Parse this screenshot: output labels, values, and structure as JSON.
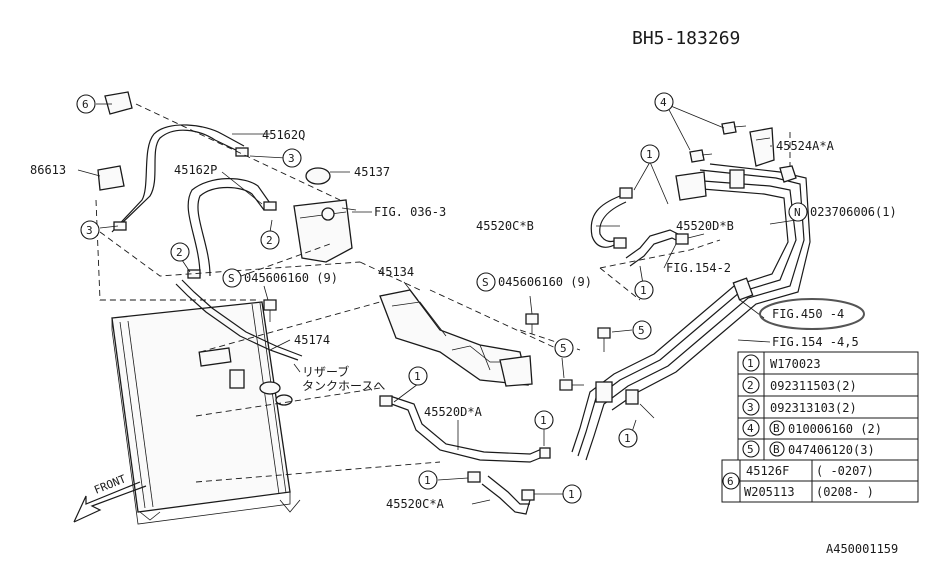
{
  "header": {
    "code": "BH5-183269"
  },
  "footer": {
    "ref": "A450001159"
  },
  "part_labels": {
    "p45162Q": "45162Q",
    "p86613": "86613",
    "p45162P": "45162P",
    "p45137": "45137",
    "fig036": "FIG. 036-3",
    "p045606160_a": "045606160 (9)",
    "p045606160_b": "045606160 (9)",
    "p45174": "45174",
    "p45134": "45134",
    "reserve1": "リザーブ",
    "reserve2": "タンクホースへ",
    "p45520DA": "45520D*A",
    "p45520CA": "45520C*A",
    "p45520CB": "45520C*B",
    "p45520DB": "45520D*B",
    "fig154_2": "FIG.154-2",
    "p45524AA": "45524A*A",
    "p023706006": "023706006(1)",
    "fig450": "FIG.450 -4",
    "fig154_45": "FIG.154 -4,5",
    "front": "FRONT"
  },
  "callouts": {
    "c1": "1",
    "c2": "2",
    "c3": "3",
    "c4": "4",
    "c5": "5",
    "c6": "6",
    "S": "S",
    "N": "N",
    "B": "B"
  },
  "legend": {
    "rows": [
      {
        "num": "1",
        "prefix": "",
        "part": "W170023"
      },
      {
        "num": "2",
        "prefix": "",
        "part": "092311503(2)"
      },
      {
        "num": "3",
        "prefix": "",
        "part": "092313103(2)"
      },
      {
        "num": "4",
        "prefix": "B",
        "part": "010006160 (2)"
      },
      {
        "num": "5",
        "prefix": "B",
        "part": "047406120(3)"
      }
    ],
    "row6": {
      "num": "6",
      "items": [
        {
          "part": "45126F",
          "range": "(     -0207)"
        },
        {
          "part": "W205113",
          "range": "(0208-     )"
        }
      ]
    }
  }
}
